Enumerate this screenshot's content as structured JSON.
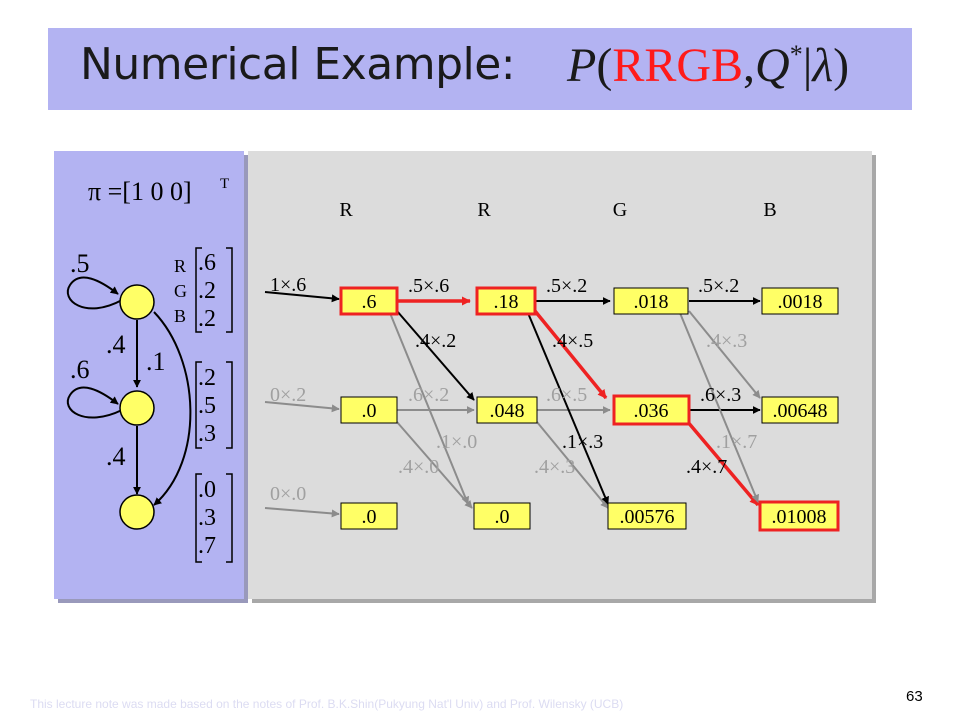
{
  "title": {
    "prefix": "Numerical Example: ",
    "formula_p": "P",
    "formula_open": "(",
    "formula_obs": "RRGB",
    "formula_comma": ",",
    "formula_q": "Q",
    "formula_star": "*",
    "formula_bar": "|",
    "formula_lambda": "λ",
    "formula_close": ")"
  },
  "model_panel": {
    "pi_label": "π =[1 0 0]",
    "pi_superscript": "T",
    "self_loop_1": ".5",
    "self_loop_2": ".6",
    "trans_1_2": ".4",
    "trans_2_3": ".4",
    "trans_1_3": ".1",
    "emission_symbols": [
      "R",
      "G",
      "B"
    ],
    "emissions": [
      [
        ".6",
        ".2",
        ".2"
      ],
      [
        ".2",
        ".5",
        ".3"
      ],
      [
        ".0",
        ".3",
        ".7"
      ]
    ]
  },
  "trellis": {
    "observations": [
      "R",
      "R",
      "G",
      "B"
    ],
    "initial_labels": [
      "1×.6",
      "0×.2",
      "0×.0"
    ],
    "cells": [
      [
        ".6",
        ".18",
        ".018",
        ".0018"
      ],
      [
        ".0",
        ".048",
        ".036",
        ".00648"
      ],
      [
        ".0",
        ".0",
        ".00576",
        ".01008"
      ]
    ],
    "transition_labels": [
      {
        "same_top": ".5×.6",
        "top_mid": ".4×.2",
        "same_mid": ".6×.2",
        "mid_bot": ".4×.0",
        "top_bot": ".1×.0"
      },
      {
        "same_top": ".5×.2",
        "top_mid": ".4×.5",
        "same_mid": ".6×.5",
        "mid_bot": ".4×.3",
        "top_bot": ".1×.3"
      },
      {
        "same_top": ".5×.2",
        "top_mid": ".4×.3",
        "same_mid": ".6×.3",
        "mid_bot": ".4×.7",
        "top_bot": ".1×.7"
      }
    ],
    "colors": {
      "best_path": "#ee2222",
      "active_edge": "#000000",
      "inactive_edge": "#8c8c8c",
      "inactive_text": "#a0a0a0"
    }
  },
  "footer": "This lecture note was made based on the notes of Prof. B.K.Shin(Pukyung Nat'l Univ) and Prof. Wilensky (UCB)",
  "page_number": "63"
}
